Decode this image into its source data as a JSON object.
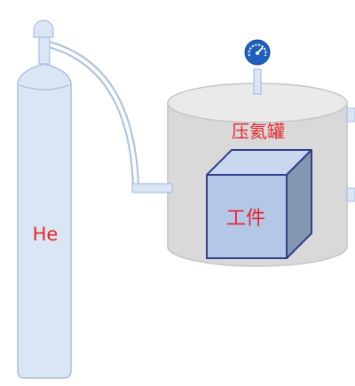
{
  "labels": {
    "cylinder_gas": "He",
    "tank_name": "压氦罐",
    "workpiece": "工件"
  },
  "colors": {
    "cylinder_fill": "#dbe6f5",
    "cylinder_stroke": "#a8c0e0",
    "tank_fill": "#d9d9d9",
    "tank_stroke": "#c4c4c4",
    "tank_top": "#eaeaea",
    "cube_front": "#b4c7e7",
    "cube_top": "#c9d7ef",
    "cube_side": "#8497b0",
    "cube_stroke": "#2f3f8f",
    "gauge_fill": "#1f5fbf",
    "label_red": "#e8262a"
  },
  "icons": {
    "gauge": "pressure-gauge-icon"
  }
}
